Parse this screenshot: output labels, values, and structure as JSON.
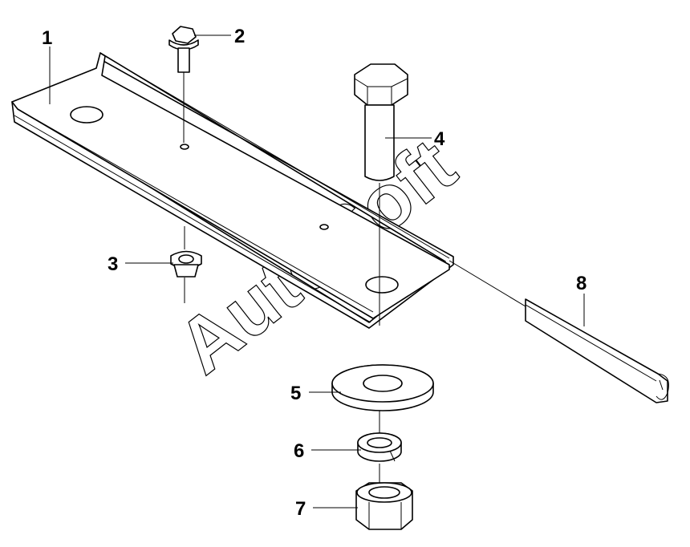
{
  "callouts": {
    "c1": "1",
    "c2": "2",
    "c3": "3",
    "c4": "4",
    "c5": "5",
    "c6": "6",
    "c7": "7",
    "c8": "8"
  },
  "watermark": "AutoSoft",
  "colors": {
    "line": "#000000",
    "background": "#ffffff"
  }
}
